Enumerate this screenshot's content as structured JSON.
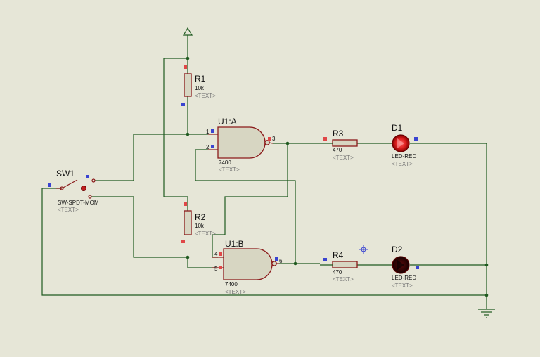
{
  "components": {
    "r1": {
      "ref": "R1",
      "value": "10k",
      "text": "<TEXT>"
    },
    "r2": {
      "ref": "R2",
      "value": "10k",
      "text": "<TEXT>"
    },
    "r3": {
      "ref": "R3",
      "value": "470",
      "text": "<TEXT>"
    },
    "r4": {
      "ref": "R4",
      "value": "470",
      "text": "<TEXT>"
    },
    "u1a": {
      "ref": "U1:A",
      "value": "7400",
      "text": "<TEXT>",
      "pins": [
        "1",
        "2",
        "3"
      ]
    },
    "u1b": {
      "ref": "U1:B",
      "value": "7400",
      "text": "<TEXT>",
      "pins": [
        "4",
        "5",
        "6"
      ]
    },
    "d1": {
      "ref": "D1",
      "value": "LED-RED",
      "text": "<TEXT>",
      "state": "lit"
    },
    "d2": {
      "ref": "D2",
      "value": "LED-RED",
      "text": "<TEXT>",
      "state": "off"
    },
    "sw1": {
      "ref": "SW1",
      "value": "SW-SPDT-MOM",
      "text": "<TEXT>"
    }
  },
  "colors": {
    "background": "#e6e6d7",
    "wire": "#1f5a1f",
    "component_outline": "#8b1a1a",
    "component_fill": "#d7d6c2",
    "pin_marker_red": "#e04848",
    "pin_marker_blue": "#3a44d0",
    "led_lit": "#e02020",
    "led_off": "#3a0000"
  }
}
